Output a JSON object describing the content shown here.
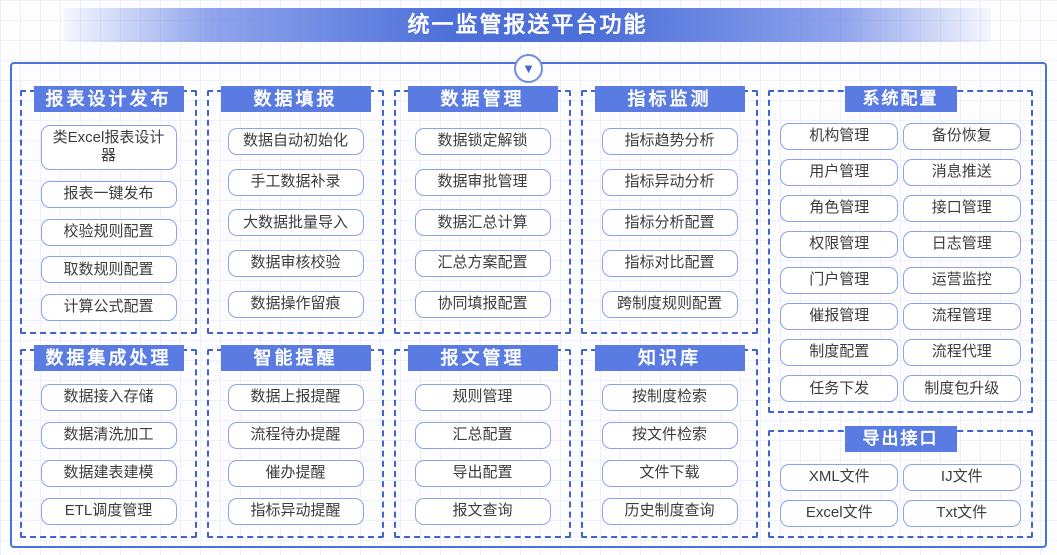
{
  "banner": {
    "title": "统一监管报送平台功能"
  },
  "connector": {
    "arrow_icon": "▼"
  },
  "colors": {
    "banner_blue": "#4d6fd9",
    "header_blue": "#5a7ce2",
    "dashed_border": "#3f63cf",
    "container_border": "#4a72d8",
    "item_border": "#8ba3e8",
    "item_text": "#3d3d3d"
  },
  "groups": [
    {
      "title": "报表设计发布",
      "items": [
        "类Excel报表设计器",
        "报表一键发布",
        "校验规则配置",
        "取数规则配置",
        "计算公式配置"
      ]
    },
    {
      "title": "数据填报",
      "items": [
        "数据自动初始化",
        "手工数据补录",
        "大数据批量导入",
        "数据审核校验",
        "数据操作留痕"
      ]
    },
    {
      "title": "数据管理",
      "items": [
        "数据锁定解锁",
        "数据审批管理",
        "数据汇总计算",
        "汇总方案配置",
        "协同填报配置"
      ]
    },
    {
      "title": "指标监测",
      "items": [
        "指标趋势分析",
        "指标异动分析",
        "指标分析配置",
        "指标对比配置",
        "跨制度规则配置"
      ]
    },
    {
      "title": "系统配置",
      "items": [
        "机构管理",
        "备份恢复",
        "用户管理",
        "消息推送",
        "角色管理",
        "接口管理",
        "权限管理",
        "日志管理",
        "门户管理",
        "运营监控",
        "催报管理",
        "流程管理",
        "制度配置",
        "流程代理",
        "任务下发",
        "制度包升级"
      ]
    },
    {
      "title": "数据集成处理",
      "items": [
        "数据接入存储",
        "数据清洗加工",
        "数据建表建模",
        "ETL调度管理"
      ]
    },
    {
      "title": "智能提醒",
      "items": [
        "数据上报提醒",
        "流程待办提醒",
        "催办提醒",
        "指标异动提醒"
      ]
    },
    {
      "title": "报文管理",
      "items": [
        "规则管理",
        "汇总配置",
        "导出配置",
        "报文查询"
      ]
    },
    {
      "title": "知识库",
      "items": [
        "按制度检索",
        "按文件检索",
        "文件下载",
        "历史制度查询"
      ]
    },
    {
      "title": "导出接口",
      "items": [
        "XML文件",
        "IJ文件",
        "Excel文件",
        "Txt文件"
      ]
    }
  ]
}
